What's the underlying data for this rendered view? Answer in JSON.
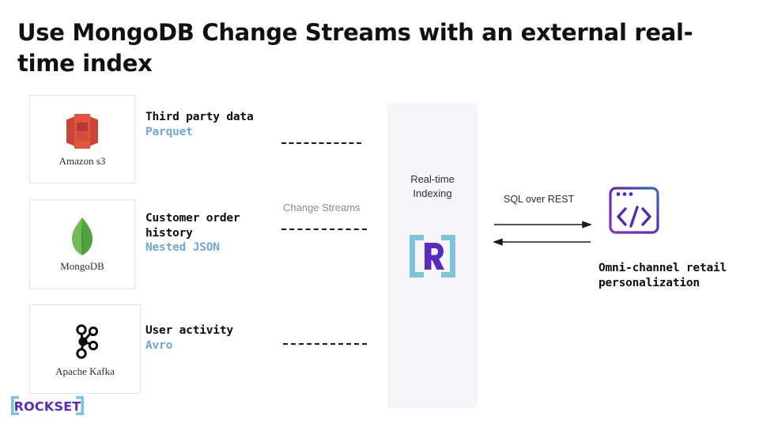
{
  "title": "Use MongoDB Change Streams with an external real-time index",
  "sources": [
    {
      "logo_icon": "amazon-s3-icon",
      "caption": "Amazon s3",
      "label_title": "Third party data",
      "label_format": "Parquet"
    },
    {
      "logo_icon": "mongodb-leaf-icon",
      "caption": "MongoDB",
      "label_title_line1": "Customer order",
      "label_title_line2": "history",
      "label_format": "Nested JSON"
    },
    {
      "logo_icon": "apache-kafka-icon",
      "caption": "Apache Kafka",
      "label_title": "User activity",
      "label_format": "Avro"
    }
  ],
  "connectors": {
    "change_streams_label": "Change Streams"
  },
  "center": {
    "title_line1": "Real-time",
    "title_line2": "Indexing",
    "logo_icon": "rockset-bracket-r-icon",
    "panel_bg": "#f6f6fa"
  },
  "right": {
    "arrow_label": "SQL over REST",
    "app_icon": "code-window-icon",
    "outcome_line1": "Omni-channel retail",
    "outcome_line2": "personalization"
  },
  "footer": {
    "logo_text": "ROCKSET",
    "logo_icon": "rockset-wordmark-icon"
  },
  "colors": {
    "accent_purple": "#5b2bbf",
    "accent_blue": "#6bbbd6",
    "format_blue": "#6fa8d4",
    "s3_red": "#e0553f",
    "mongo_green": "#57a544",
    "muted_gray": "#8a8a90"
  }
}
